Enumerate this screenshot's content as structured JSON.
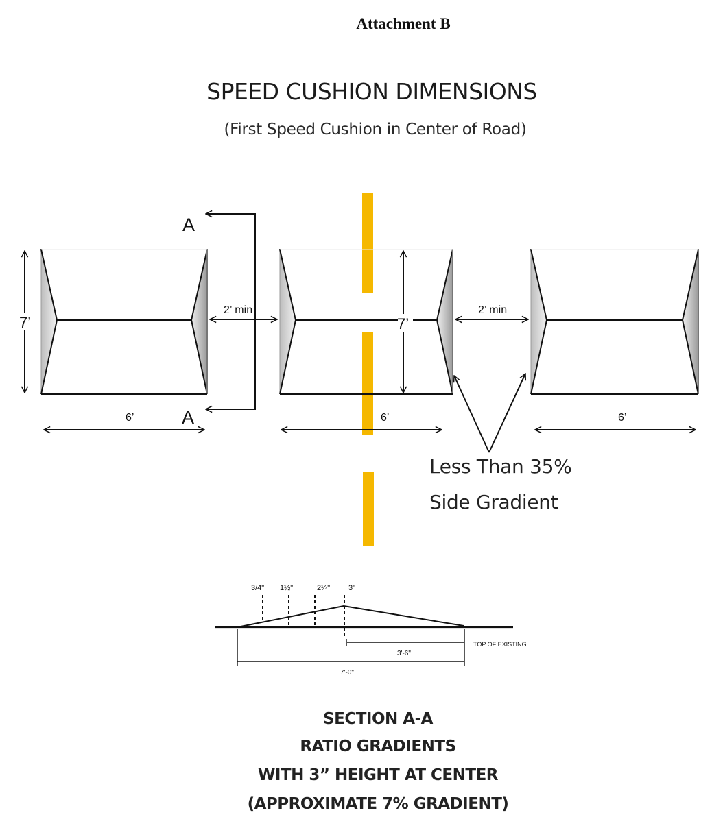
{
  "header": {
    "attachment": "Attachment B",
    "title": "SPEED CUSHION DIMENSIONS",
    "subtitle": "(First Speed Cushion in Center of Road)"
  },
  "plan": {
    "section_marker": "A",
    "height_label": "7’",
    "width_label": "6’",
    "gap_label": "2’ min",
    "gradient_note_line1": "Less Than 35%",
    "gradient_note_line2": "Side Gradient",
    "centerline_color": "#f5b800"
  },
  "section": {
    "heights": [
      "3/4\"",
      "1½\"",
      "2¼\"",
      "3\""
    ],
    "half_width_label": "3'-6\"",
    "full_width_label": "7'-0\"",
    "surface_label": "TOP OF EXISTING"
  },
  "caption": {
    "line1": "SECTION A-A",
    "line2": "RATIO GRADIENTS",
    "line3": "WITH 3” HEIGHT AT CENTER",
    "line4": "(APPROXIMATE 7% GRADIENT)"
  }
}
